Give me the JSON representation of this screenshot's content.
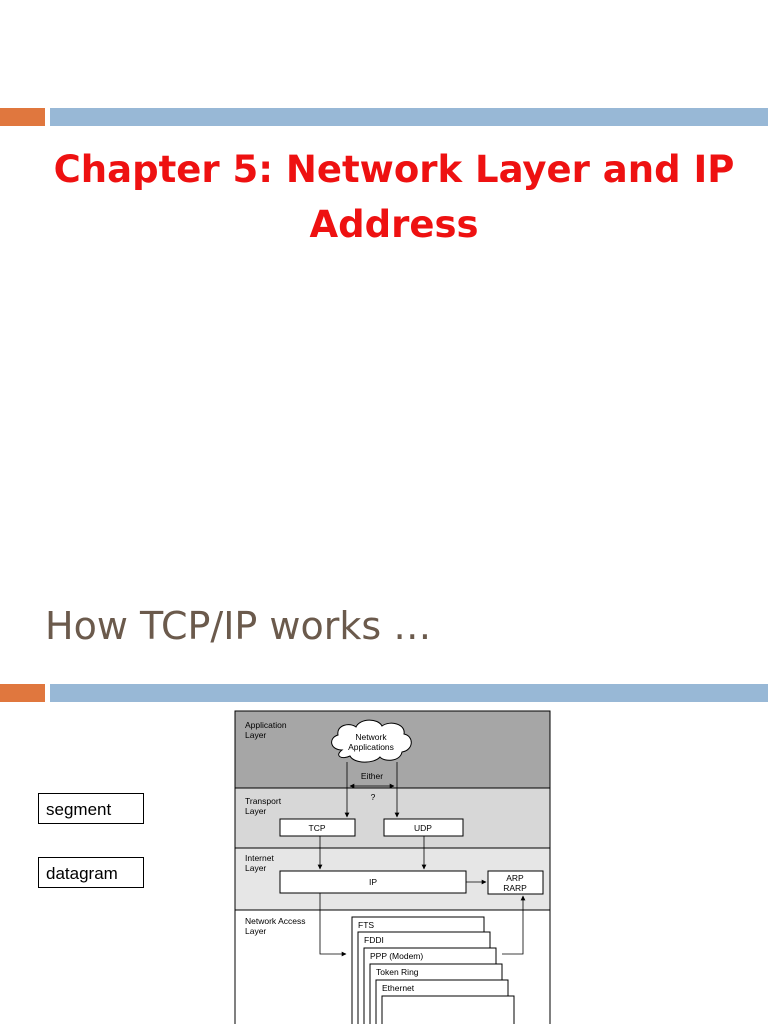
{
  "colors": {
    "accent_orange": "#E0773E",
    "accent_blue": "#98B8D6",
    "title_red": "#EE1111",
    "title_brown": "#6B5A4C"
  },
  "slide1": {
    "title": "Chapter 5: Network Layer and IP Address"
  },
  "slide2": {
    "title": "How TCP/IP works …",
    "labels": {
      "segment": "segment",
      "datagram": "datagram"
    },
    "diagram": {
      "application_layer": "Application Layer",
      "network_applications_line1": "Network",
      "network_applications_line2": "Applications",
      "either": "Either",
      "question": "?",
      "transport_layer": "Transport Layer",
      "tcp": "TCP",
      "udp": "UDP",
      "internet_layer": "Internet Layer",
      "ip": "IP",
      "arp": "ARP",
      "rarp": "RARP",
      "network_access_layer": "Network Access Layer",
      "stack": [
        "FTS",
        "FDDI",
        "PPP (Modem)",
        "Token Ring",
        "Ethernet"
      ]
    }
  }
}
